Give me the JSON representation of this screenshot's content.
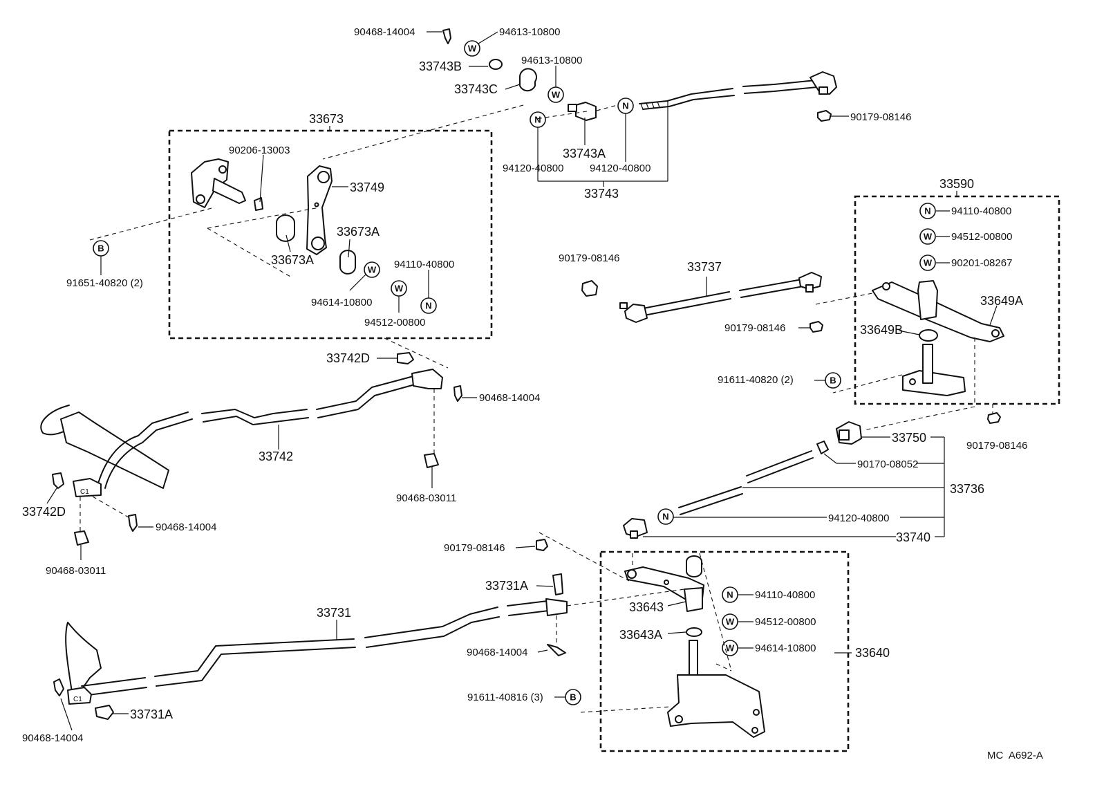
{
  "diagram_code": "MC  A692-A",
  "groups": [
    {
      "id": "g33673",
      "number": "33673"
    },
    {
      "id": "g33590",
      "number": "33590"
    },
    {
      "id": "g33640",
      "number": "33640"
    },
    {
      "id": "g33743",
      "number": "33743"
    },
    {
      "id": "g33736",
      "number": "33736"
    }
  ],
  "labels": [
    {
      "key": "l01",
      "text": "90468-14004"
    },
    {
      "key": "l02",
      "text": "94613-10800"
    },
    {
      "key": "l03",
      "text": "33743B"
    },
    {
      "key": "l04",
      "text": "94613-10800"
    },
    {
      "key": "l05",
      "text": "33743C"
    },
    {
      "key": "l06",
      "text": "33743A"
    },
    {
      "key": "l07",
      "text": "94120-40800"
    },
    {
      "key": "l08",
      "text": "94120-40800"
    },
    {
      "key": "l09",
      "text": "90179-08146"
    },
    {
      "key": "l10",
      "text": "90206-13003"
    },
    {
      "key": "l11",
      "text": "33749"
    },
    {
      "key": "l12",
      "text": "33673A"
    },
    {
      "key": "l13",
      "text": "33673A"
    },
    {
      "key": "l14",
      "text": "94110-40800"
    },
    {
      "key": "l15",
      "text": "94614-10800"
    },
    {
      "key": "l16",
      "text": "94512-00800"
    },
    {
      "key": "l17",
      "text": "91651-40820 (2)"
    },
    {
      "key": "l18",
      "text": "94110-40800"
    },
    {
      "key": "l19",
      "text": "94512-00800"
    },
    {
      "key": "l20",
      "text": "90201-08267"
    },
    {
      "key": "l21",
      "text": "33649A"
    },
    {
      "key": "l22",
      "text": "33649B"
    },
    {
      "key": "l23",
      "text": "91611-40820  (2)"
    },
    {
      "key": "l24",
      "text": "90179-08146"
    },
    {
      "key": "l25",
      "text": "33737"
    },
    {
      "key": "l26",
      "text": "90179-08146"
    },
    {
      "key": "l27",
      "text": "90179-08146"
    },
    {
      "key": "l28",
      "text": "33742D"
    },
    {
      "key": "l29",
      "text": "90468-14004"
    },
    {
      "key": "l30",
      "text": "33742"
    },
    {
      "key": "l31",
      "text": "90468-03011"
    },
    {
      "key": "l32",
      "text": "33742D"
    },
    {
      "key": "l33",
      "text": "90468-14004"
    },
    {
      "key": "l34",
      "text": "90468-03011"
    },
    {
      "key": "l35",
      "text": "33750"
    },
    {
      "key": "l36",
      "text": "90170-08052"
    },
    {
      "key": "l37",
      "text": "94120-40800"
    },
    {
      "key": "l38",
      "text": "33740"
    },
    {
      "key": "l39",
      "text": "90179-08146"
    },
    {
      "key": "l40",
      "text": "33731A"
    },
    {
      "key": "l41",
      "text": "33731"
    },
    {
      "key": "l42",
      "text": "90468-14004"
    },
    {
      "key": "l43",
      "text": "33643"
    },
    {
      "key": "l44",
      "text": "33643A"
    },
    {
      "key": "l45",
      "text": "94110-40800"
    },
    {
      "key": "l46",
      "text": "94512-00800"
    },
    {
      "key": "l47",
      "text": "94614-10800"
    },
    {
      "key": "l48",
      "text": "91611-40816 (3)"
    },
    {
      "key": "l49",
      "text": "90468-14004"
    },
    {
      "key": "l50",
      "text": "33731A"
    }
  ],
  "symbols": {
    "washer": "W",
    "nut": "N",
    "bolt": "B"
  }
}
